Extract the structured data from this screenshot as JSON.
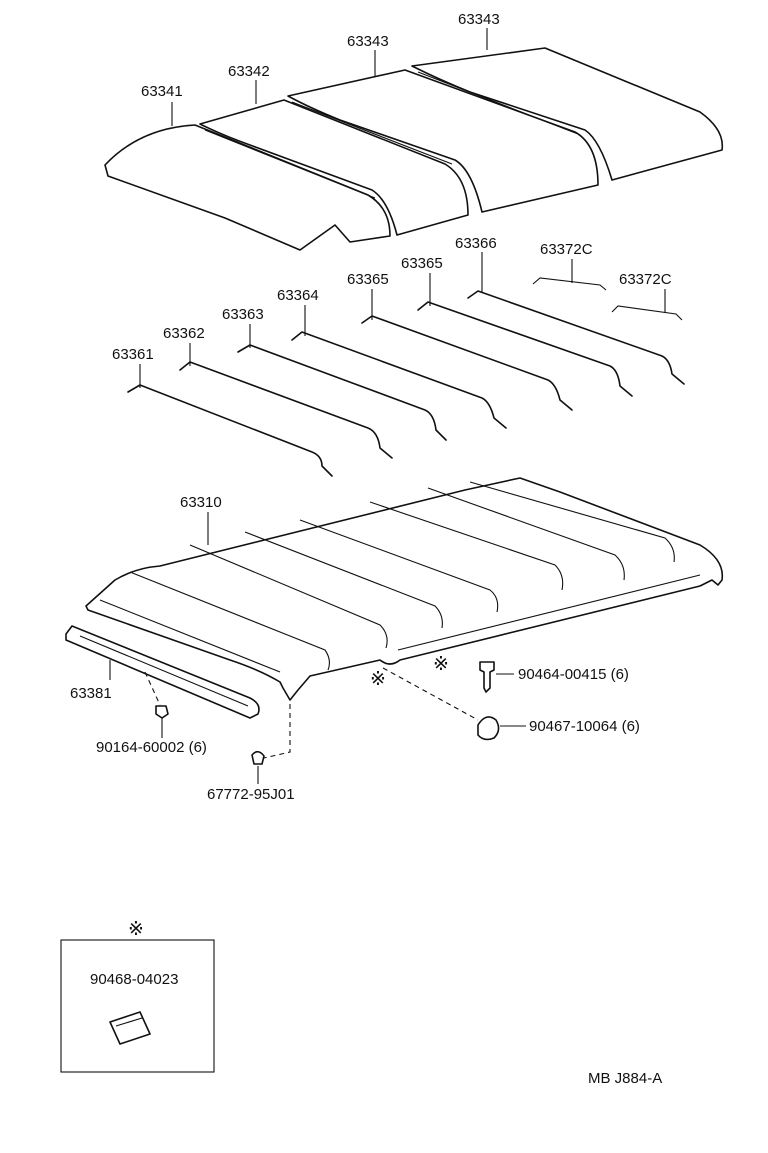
{
  "labels": {
    "p63343a": "63343",
    "p63343b": "63343",
    "p63342": "63342",
    "p63341": "63341",
    "p63366": "63366",
    "p63372c_a": "63372C",
    "p63372c_b": "63372C",
    "p63365a": "63365",
    "p63365b": "63365",
    "p63364": "63364",
    "p63363": "63363",
    "p63362": "63362",
    "p63361": "63361",
    "p63310": "63310",
    "p63381": "63381",
    "p90464": "90464-00415 (6)",
    "p90467": "90467-10064 (6)",
    "p90164": "90164-60002 (6)",
    "p67772": "67772-95J01",
    "p90468": "90468-04023",
    "footer": "MB  J884-A"
  },
  "symbols": {
    "ref_mark": "※"
  }
}
